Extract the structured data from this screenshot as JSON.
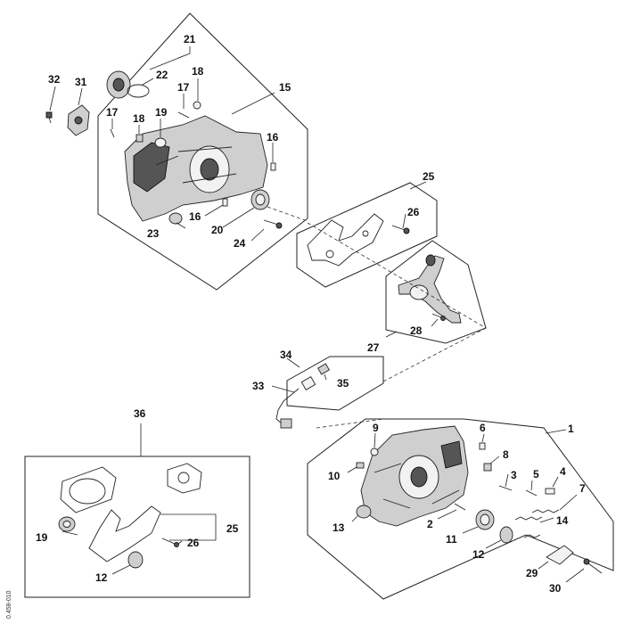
{
  "document_id": "0.458-010",
  "callouts": {
    "c1": "1",
    "c2": "2",
    "c3": "3",
    "c4": "4",
    "c5": "5",
    "c6": "6",
    "c7": "7",
    "c8": "8",
    "c9": "9",
    "c10": "10",
    "c11": "11",
    "c12a": "12",
    "c12b": "12",
    "c13": "13",
    "c14": "14",
    "c15": "15",
    "c16a": "16",
    "c16b": "16",
    "c17a": "17",
    "c17b": "17",
    "c18a": "18",
    "c18b": "18",
    "c19a": "19",
    "c19b": "19",
    "c20": "20",
    "c21": "21",
    "c22": "22",
    "c23": "23",
    "c24": "24",
    "c25a": "25",
    "c25b": "25",
    "c26a": "26",
    "c26b": "26",
    "c27": "27",
    "c28": "28",
    "c29": "29",
    "c30": "30",
    "c31": "31",
    "c32": "32",
    "c33": "33",
    "c34": "34",
    "c35": "35",
    "c36": "36"
  }
}
